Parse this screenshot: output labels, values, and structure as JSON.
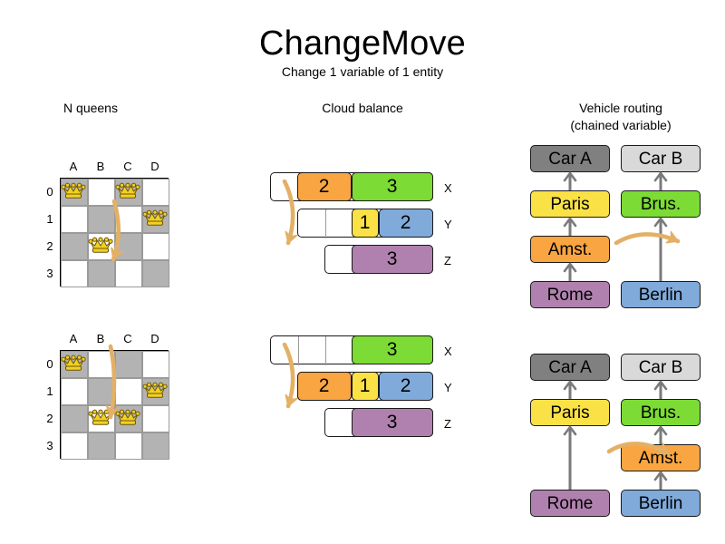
{
  "page": {
    "title": "ChangeMove",
    "subtitle": "Change 1 variable of 1 entity"
  },
  "columns": {
    "queens": {
      "header": "N queens"
    },
    "cloud": {
      "header": "Cloud balance"
    },
    "vrp": {
      "header_line1": "Vehicle routing",
      "header_line2": "(chained variable)"
    }
  },
  "colors": {
    "orange": "#F9A541",
    "green": "#7CDB34",
    "yellow": "#FAE145",
    "blue": "#7FAADA",
    "purple": "#B081AE",
    "gray_dark": "#808080",
    "gray_light": "#D9D9D9",
    "cell_dark": "#B3B3B3",
    "cell_light": "#FFFFFF",
    "arrow": "#E3B066",
    "queen_gold": "#F2D024",
    "link_gray": "#7A7A7A"
  },
  "nqueens": {
    "files": [
      "A",
      "B",
      "C",
      "D"
    ],
    "ranks": [
      "0",
      "1",
      "2",
      "3"
    ],
    "before": {
      "queens": [
        {
          "file": "A",
          "rank": "0"
        },
        {
          "file": "C",
          "rank": "0"
        },
        {
          "file": "D",
          "rank": "1"
        },
        {
          "file": "B",
          "rank": "2"
        }
      ],
      "move": {
        "from_file": "C",
        "from_rank": "0",
        "to_file": "C",
        "to_rank": "2"
      }
    },
    "after": {
      "queens": [
        {
          "file": "A",
          "rank": "0"
        },
        {
          "file": "D",
          "rank": "1"
        },
        {
          "file": "B",
          "rank": "2"
        },
        {
          "file": "C",
          "rank": "2"
        }
      ],
      "move": {
        "from_file": "C",
        "from_rank": "0",
        "to_file": "C",
        "to_rank": "2"
      }
    }
  },
  "cloud": {
    "computer_labels": [
      "X",
      "Y",
      "Z"
    ],
    "before": {
      "rows": [
        {
          "label": "X",
          "empty_slots": 1,
          "processes": [
            {
              "value": "2",
              "color": "#F9A541",
              "slots": 2
            },
            {
              "value": "3",
              "color": "#7CDB34",
              "slots": 3
            }
          ]
        },
        {
          "label": "Y",
          "empty_slots": 2,
          "processes": [
            {
              "value": "1",
              "color": "#FAE145",
              "slots": 1
            },
            {
              "value": "2",
              "color": "#7FAADA",
              "slots": 2
            }
          ]
        },
        {
          "label": "Z",
          "empty_slots": 1,
          "processes": [
            {
              "value": "3",
              "color": "#B081AE",
              "slots": 3
            }
          ]
        }
      ]
    },
    "after": {
      "rows": [
        {
          "label": "X",
          "empty_slots": 3,
          "processes": [
            {
              "value": "3",
              "color": "#7CDB34",
              "slots": 3
            }
          ]
        },
        {
          "label": "Y",
          "empty_slots": 0,
          "processes": [
            {
              "value": "2",
              "color": "#F9A541",
              "slots": 2
            },
            {
              "value": "1",
              "color": "#FAE145",
              "slots": 1
            },
            {
              "value": "2",
              "color": "#7FAADA",
              "slots": 2
            }
          ]
        },
        {
          "label": "Z",
          "empty_slots": 1,
          "processes": [
            {
              "value": "3",
              "color": "#B081AE",
              "slots": 3
            }
          ]
        }
      ]
    },
    "moved_process": {
      "value": "2",
      "color": "#F9A541",
      "from": "X",
      "to": "Y"
    }
  },
  "vrp": {
    "vehicles": [
      {
        "name": "Car A",
        "color": "#808080"
      },
      {
        "name": "Car B",
        "color": "#D9D9D9"
      }
    ],
    "before": {
      "chain_a": [
        "Car A",
        "Paris",
        "Amst.",
        "Rome"
      ],
      "chain_b": [
        "Car B",
        "Brus.",
        "Berlin"
      ]
    },
    "after": {
      "chain_a": [
        "Car A",
        "Paris",
        "Rome"
      ],
      "chain_b": [
        "Car B",
        "Brus.",
        "Amst.",
        "Berlin"
      ]
    },
    "city_colors": {
      "Paris": "#FAE145",
      "Brus.": "#7CDB34",
      "Amst.": "#F9A541",
      "Rome": "#B081AE",
      "Berlin": "#7FAADA"
    },
    "labels": {
      "car_a": "Car A",
      "car_b": "Car B",
      "paris": "Paris",
      "brussels": "Brus.",
      "amsterdam": "Amst.",
      "rome": "Rome",
      "berlin": "Berlin"
    },
    "moved_city": "Amst."
  }
}
